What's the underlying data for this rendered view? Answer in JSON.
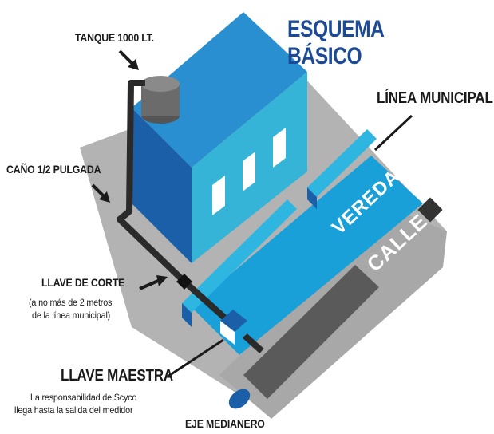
{
  "title": "ESQUEMA BÁSICO",
  "labels": {
    "tank": "TANQUE 1000 LT.",
    "municipal_line": "LÍNEA MUNICIPAL",
    "pipe": "CAÑO 1/2 PULGADA",
    "shutoff_valve": "LLAVE DE CORTE",
    "shutoff_note_1": "(a no más de 2 metros",
    "shutoff_note_2": "de la línea municipal)",
    "master_valve": "LLAVE MAESTRA",
    "master_note_1": "La responsabilidad de Scyco",
    "master_note_2": "llega hasta la salida del medidor",
    "party_wall_axis": "EJE MEDIANERO",
    "sidewalk": "VEREDA",
    "street": "CALLE"
  },
  "colors": {
    "title_blue": "#1d4a94",
    "building_front": "#1a5fa8",
    "building_side": "#35b4d8",
    "building_roof": "#2a8fd0",
    "sidewalk": "#1aa0d8",
    "lot_gray": "#b3b3b3",
    "street_gray": "#9a9a9a",
    "pipe": "#2a2a2a",
    "tank": "#6b6b6b"
  }
}
